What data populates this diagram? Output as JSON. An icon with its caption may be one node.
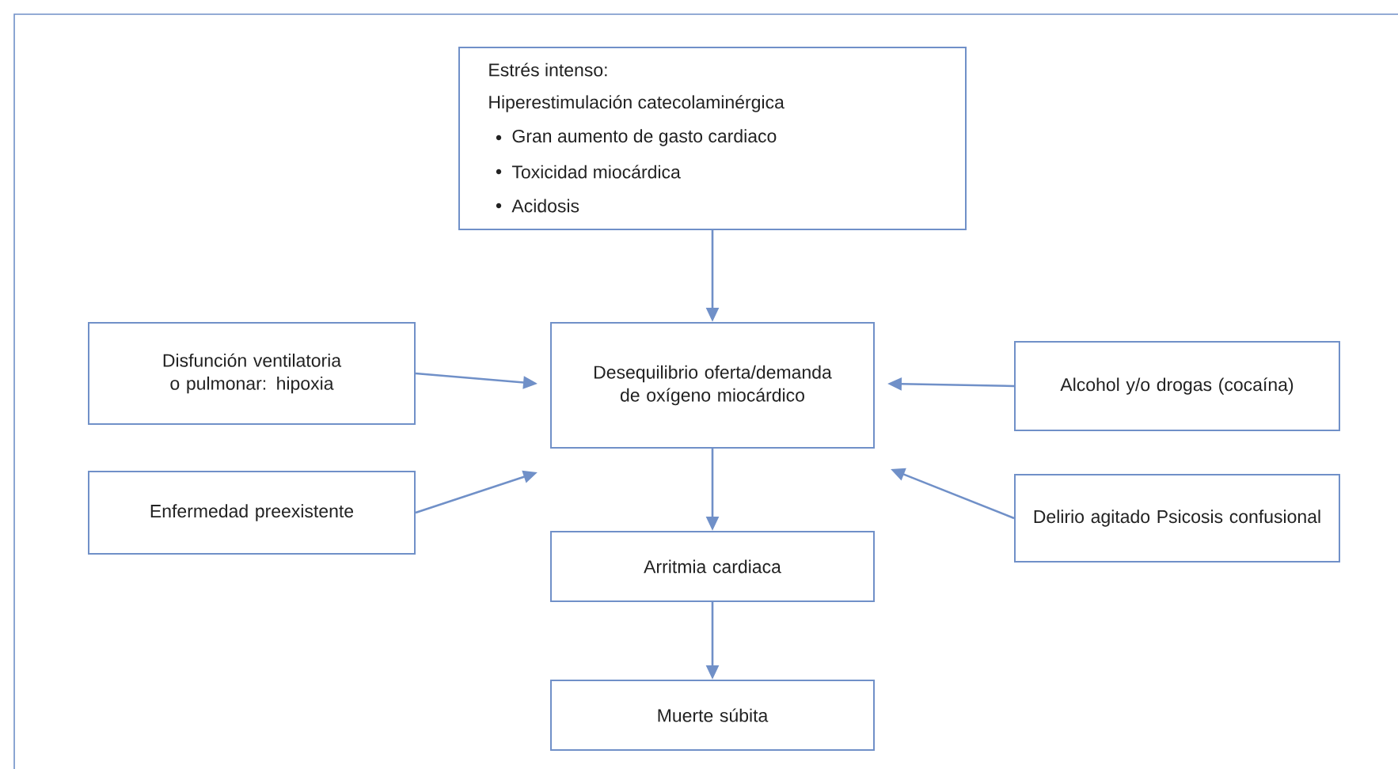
{
  "diagram": {
    "nodes": [
      {
        "text": [
          "Estrés intenso:",
          "Hiperestimulación catecolaminérgica",
          "Gran aumento de gasto cardiaco",
          "Toxicidad miocárdica",
          "Acidosis"
        ]
      },
      {
        "text": [
          "Disfunción ventilatoria o pulmonar: hipoxia"
        ]
      },
      {
        "text": [
          "Desequilibrio oferta/demanda de oxígeno miocárdico"
        ]
      },
      {
        "text": [
          "Alcohol y/o drogas (cocaína)"
        ]
      },
      {
        "text": [
          "Enfermedad preexistente"
        ]
      },
      {
        "text": [
          "Delirio agitado Psicosis confusional"
        ]
      },
      {
        "text": [
          "Arritmia cardiaca"
        ]
      },
      {
        "text": [
          "Muerte súbita"
        ]
      }
    ],
    "edges": [
      {
        "from": 0,
        "to": 2,
        "arrow": "to"
      },
      {
        "from": 1,
        "to": 2,
        "arrow": "to"
      },
      {
        "from": 3,
        "to": 2,
        "arrow": "to"
      },
      {
        "from": 4,
        "to": 2,
        "arrow": "to"
      },
      {
        "from": 5,
        "to": 2,
        "arrow": "to"
      },
      {
        "from": 2,
        "to": 6,
        "arrow": "to"
      },
      {
        "from": 6,
        "to": 7,
        "arrow": "to"
      }
    ]
  }
}
